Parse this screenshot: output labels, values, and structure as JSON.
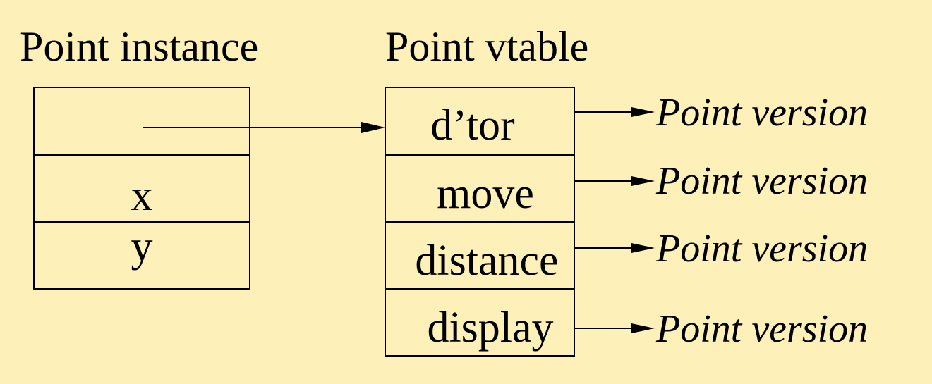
{
  "instance": {
    "title": "Point instance",
    "fields": [
      "",
      "x",
      "y"
    ]
  },
  "vtable": {
    "title": "Point vtable",
    "entries": [
      "d’tor",
      "move",
      "distance",
      "display"
    ],
    "targets": [
      "Point version",
      "Point version",
      "Point version",
      "Point version"
    ]
  },
  "colors": {
    "background": "#FEF0B9",
    "ink": "#000000"
  }
}
